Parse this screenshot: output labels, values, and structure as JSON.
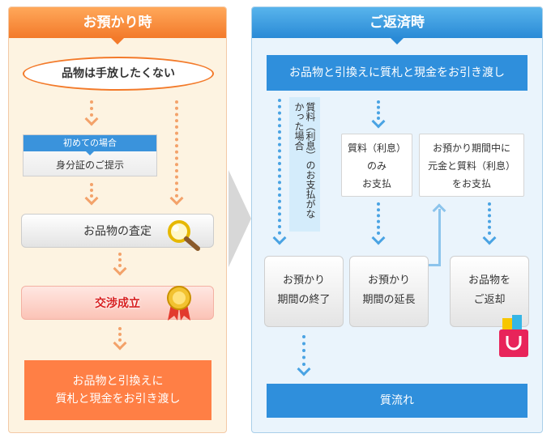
{
  "deposit": {
    "header": "お預かり時",
    "start": "品物は手放したくない",
    "first_time_tag": "初めての場合",
    "id_card": "身分証のご提示",
    "appraisal": "お品物の査定",
    "agreement": "交渉成立",
    "exchange_line1": "お品物と引換えに",
    "exchange_line2": "質札と現金をお引き渡し"
  },
  "repayment": {
    "header": "ご返済時",
    "banner": "お品物と引換えに質札と現金をお引き渡し",
    "no_payment_note": "質料（利息）のお支払がなかった場合",
    "interest_only_line1": "質料（利息）",
    "interest_only_line2": "のみ",
    "interest_only_line3": "お支払",
    "principal_line1": "お預かり期間中に",
    "principal_line2": "元金と質料（利息）",
    "principal_line3": "をお支払",
    "period_end_line1": "お預かり",
    "period_end_line2": "期間の終了",
    "period_extend_line1": "お預かり",
    "period_extend_line2": "期間の延長",
    "return_line1": "お品物を",
    "return_line2": "ご返却",
    "forfeit": "質流れ"
  },
  "colors": {
    "orange": "#f37a2a",
    "blue": "#2f8fdc",
    "pink_text": "#d81f1f"
  },
  "icons": [
    "magnifier-icon",
    "medal-icon",
    "shopping-bag-icon"
  ]
}
